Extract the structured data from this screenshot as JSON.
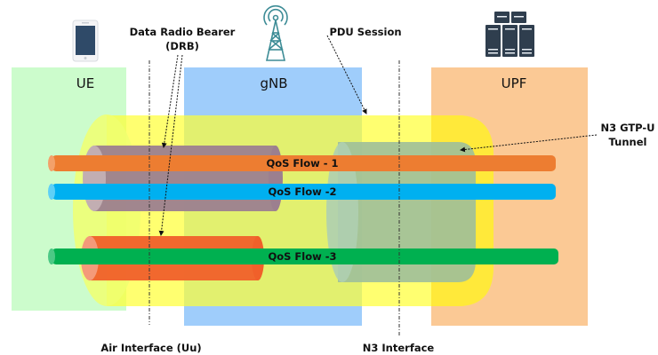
{
  "nodes": {
    "ue": {
      "label": "UE",
      "icon": "smartphone-icon",
      "color": "#ccfccc"
    },
    "gnb": {
      "label": "gNB",
      "icon": "radio-tower-icon",
      "color": "#9fcdfb"
    },
    "upf": {
      "label": "UPF",
      "icon": "server-rack-icon",
      "color": "#fbc995"
    }
  },
  "annotations": {
    "drb_line1": "Data Radio Bearer",
    "drb_line2": "(DRB)",
    "pdu_session": "PDU Session",
    "n3_tunnel_line1": "N3 GTP-U",
    "n3_tunnel_line2": "Tunnel",
    "air_interface": "Air Interface (Uu)",
    "n3_interface": "N3 Interface"
  },
  "tunnels": {
    "pdu_session": {
      "color": "#ffff4d"
    },
    "drb_1": {
      "color": "#9c7f8f"
    },
    "drb_2": {
      "color": "#f0602a"
    },
    "n3_gtpu": {
      "color": "#9fbf9a"
    }
  },
  "qos_flows": [
    {
      "label": "QoS Flow - 1",
      "color": "#ed7d31"
    },
    {
      "label": "QoS Flow -2",
      "color": "#00b0f0"
    },
    {
      "label": "QoS Flow -3",
      "color": "#00b050"
    }
  ]
}
